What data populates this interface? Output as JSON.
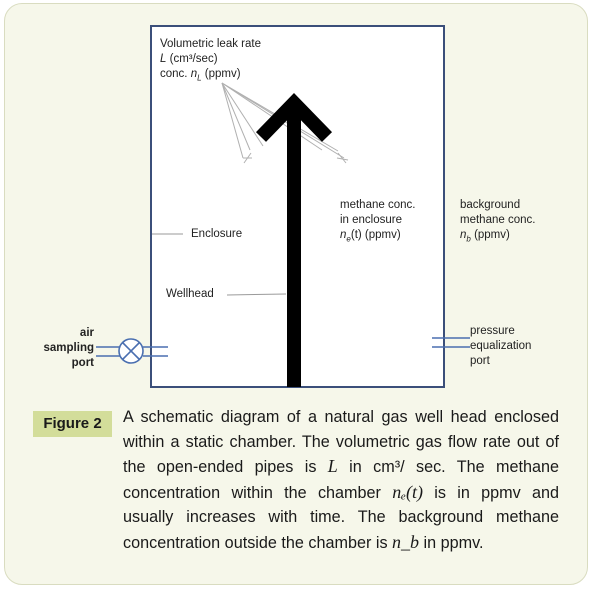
{
  "diagram": {
    "leak_rate": {
      "line1": "Volumetric leak rate",
      "line2_var": "L",
      "line2_unit": "(cm³/sec)",
      "line3_pre": "conc. ",
      "line3_var": "n",
      "line3_sub": "L",
      "line3_unit": "(ppmv)"
    },
    "enclosure_label": "Enclosure",
    "wellhead_label": "Wellhead",
    "methane_in_enclosure": {
      "line1": "methane conc.",
      "line2": "in enclosure",
      "line3_var": "n",
      "line3_sub": "e",
      "line3_rest": "(t) (ppmv)"
    },
    "background_methane": {
      "line1": "background",
      "line2": "methane conc.",
      "line3_var": "n",
      "line3_sub": "b",
      "line3_unit": "(ppmv)"
    },
    "air_sampling_port": {
      "line1": "air",
      "line2": "sampling",
      "line3": "port"
    },
    "pressure_port": {
      "line1": "pressure",
      "line2": "equalization",
      "line3": "port"
    }
  },
  "figure": {
    "label": "Figure 2",
    "caption_1": "A schematic diagram of a natural gas well head enclosed within a static chamber. The volumetric gas flow rate out of the open-ended pipes is ",
    "caption_L": "L",
    "caption_2": " in cm³/ sec. The methane concentration within the chamber ",
    "caption_ne": "nₑ(t)",
    "caption_3": " is in ppmv and usually increases with time. The background methane concentration outside the chamber is ",
    "caption_nb": "n_b",
    "caption_4": " in ppmv."
  },
  "colors": {
    "panel_background": "#f6f7ea",
    "figure_badge": "#d3dd9a",
    "chamber_outline": "#3b4f7a",
    "port_blue": "#4a6fb0",
    "arrow": "#000000"
  }
}
